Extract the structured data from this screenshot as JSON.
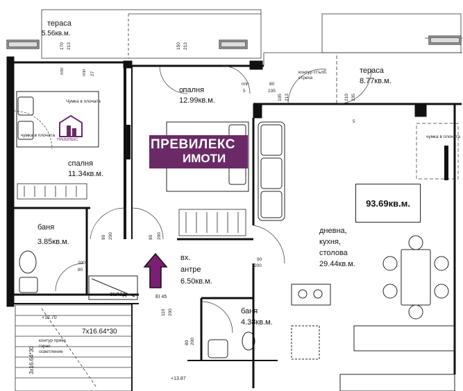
{
  "rooms": {
    "terrace_left": {
      "name": "тераса",
      "area": "5.56кв.м."
    },
    "terrace_right": {
      "name": "тераса",
      "area": "8.77кв.м."
    },
    "bedroom_main": {
      "name": "спалня",
      "area": "12.99кв.м."
    },
    "bedroom_second": {
      "name": "спалня",
      "area": "11.34кв.м."
    },
    "bath_small": {
      "name": "баня",
      "area": "3.85кв.м."
    },
    "hall": {
      "name1": "вх.",
      "name2": "антре",
      "area": "6.50кв.м."
    },
    "bath_big": {
      "name": "баня",
      "area": "4.38кв.м."
    },
    "living": {
      "name1": "дневна,",
      "name2": "кухня,",
      "name3": "столова",
      "area": "29.44кв.м."
    },
    "storage": {
      "name": "склад"
    }
  },
  "total_area": "93.69кв.м.",
  "logo": {
    "line1": "ПРЕВИЛЕКС",
    "line2": "ИМОТИ",
    "watermark": "ПРЕВИЛЕКС"
  },
  "notes": {
    "ac_unit_1": "Чумка в плочата",
    "ac_unit_2": "чумка в плочата",
    "ac_unit_3": "чумка в плочата",
    "eaves_contour_1": "контур стълб.",
    "eaves_contour_2": "стреха",
    "ceiling_light_1": "контур пряко",
    "ceiling_light_2": "горно",
    "ceiling_light_3": "осветление",
    "panel": "EI 45",
    "stairs": "7x16.64*30",
    "stairs_side": "3x16.64*30",
    "level_1": "+12.70",
    "level_2": "+13.87"
  },
  "dimensions": {
    "d170": "170",
    "d213": "213",
    "d150": "150",
    "d213b": "213",
    "d5": "5",
    "d27": "27",
    "d5b": "5",
    "d80": "80",
    "d235": "235",
    "d210": "210",
    "d235b": "235",
    "d105": "105",
    "d213c": "213",
    "d5c": "5",
    "d90a": "90",
    "d200a": "200",
    "d90b": "90",
    "d200b": "200",
    "d90c": "90",
    "d200c": "200",
    "d200d": "200",
    "d80e": "80",
    "d110": "110",
    "d200e": "200",
    "d80f": "80",
    "d200f": "200",
    "ппп1": "ппп",
    "ппп2": "ппп",
    "ппп3": "ппп"
  },
  "colors": {
    "wall": "#111111",
    "logo_bg": "#6b2a67",
    "arrow": "#7a1f74",
    "line": "#333333"
  }
}
